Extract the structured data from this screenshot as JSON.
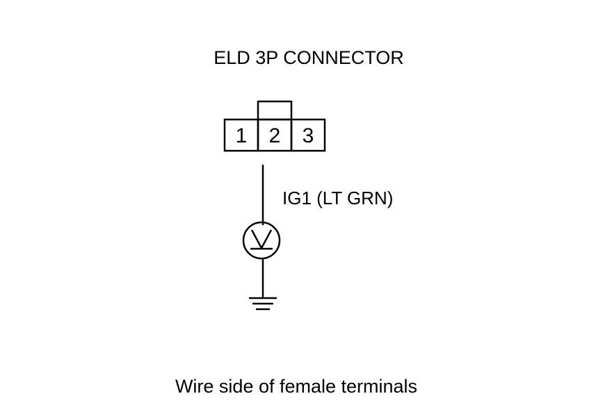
{
  "title": "ELD 3P CONNECTOR",
  "connector": {
    "pins": [
      "1",
      "2",
      "3"
    ]
  },
  "wire": {
    "label": "IG1 (LT GRN)"
  },
  "meter": {
    "icon": "voltmeter-icon",
    "symbol": "V"
  },
  "ground": {
    "icon": "ground-icon"
  },
  "caption": "Wire side of female terminals"
}
